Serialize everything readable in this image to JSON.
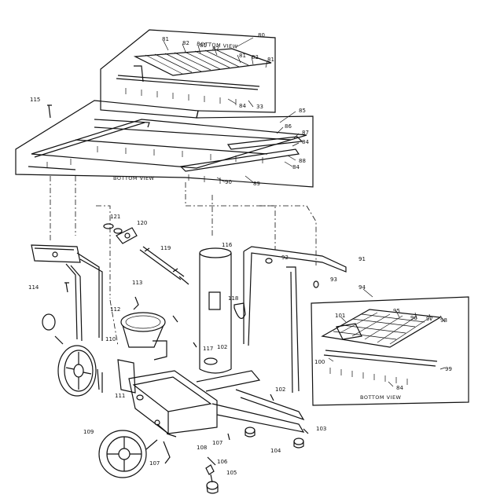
{
  "labels": {
    "p80": "80",
    "p81a": "81",
    "p82a": "82",
    "p81b": "81",
    "p82b": "82",
    "p81c": "81",
    "p82c": "82",
    "p81d": "81",
    "p84a": "84",
    "p33": "33",
    "p115": "115",
    "p85": "85",
    "p86": "86",
    "p87": "87",
    "p84b": "84",
    "p88": "88",
    "p84c": "84",
    "p89": "89",
    "p90": "90",
    "p121": "121",
    "p120": "120",
    "p116": "116",
    "p119": "119",
    "p92": "92",
    "p91": "91",
    "p93": "93",
    "p114": "114",
    "p113": "113",
    "p118": "118",
    "p112": "112",
    "p94": "94",
    "p101": "101",
    "p95": "95",
    "p96": "96",
    "p97": "97",
    "p98": "98",
    "p100": "100",
    "p99": "99",
    "p84d": "84",
    "p110": "110",
    "p117": "117",
    "p102a": "102",
    "p111": "111",
    "p102b": "102",
    "p109": "109",
    "p103": "103",
    "p108": "108",
    "p107a": "107",
    "p104": "104",
    "p107b": "107",
    "p106": "106",
    "p105": "105"
  },
  "captions": {
    "bottom_view_top": "BOTTOM VIEW",
    "bottom_view_left": "BOTTOM VIEW",
    "bottom_view_right": "BOTTOM VIEW"
  }
}
